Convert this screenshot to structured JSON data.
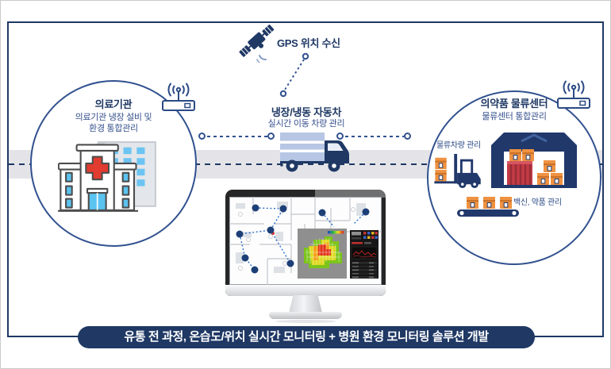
{
  "gps": {
    "label": "GPS 위치 수신"
  },
  "medical": {
    "title": "의료기관",
    "desc_line1": "의료기관 냉장 설비 및",
    "desc_line2": "환경 통합관리"
  },
  "vehicle": {
    "title": "냉장/냉동 자동차",
    "subtitle": "실시간 이동 차량 관리"
  },
  "logistics": {
    "title": "의약품 물류센터",
    "subtitle": "물류센터 통합관리",
    "forklift_label": "물류차량 관리",
    "conveyor_label": "백신, 약품 관리"
  },
  "banner": {
    "text": "유통 전 과정, 온습도/위치 실시간 모니터링 + 병원 환경 모니터링 솔루션 개발"
  },
  "icons": {
    "satellite": "satellite-icon",
    "router": "wifi-router-icon",
    "hospital": "hospital-icon",
    "truck": "refrigerated-truck-icon",
    "forklift": "forklift-icon",
    "warehouse": "warehouse-icon",
    "conveyor": "conveyor-belt-icon",
    "monitor": "monitoring-screen"
  },
  "colors": {
    "navy": "#1f3864",
    "connector_blue": "#31518f",
    "road_gray": "#e4e4e8",
    "box_orange": "#f09241",
    "container_red": "#c23b45",
    "window_blue": "#5bc3f0"
  }
}
